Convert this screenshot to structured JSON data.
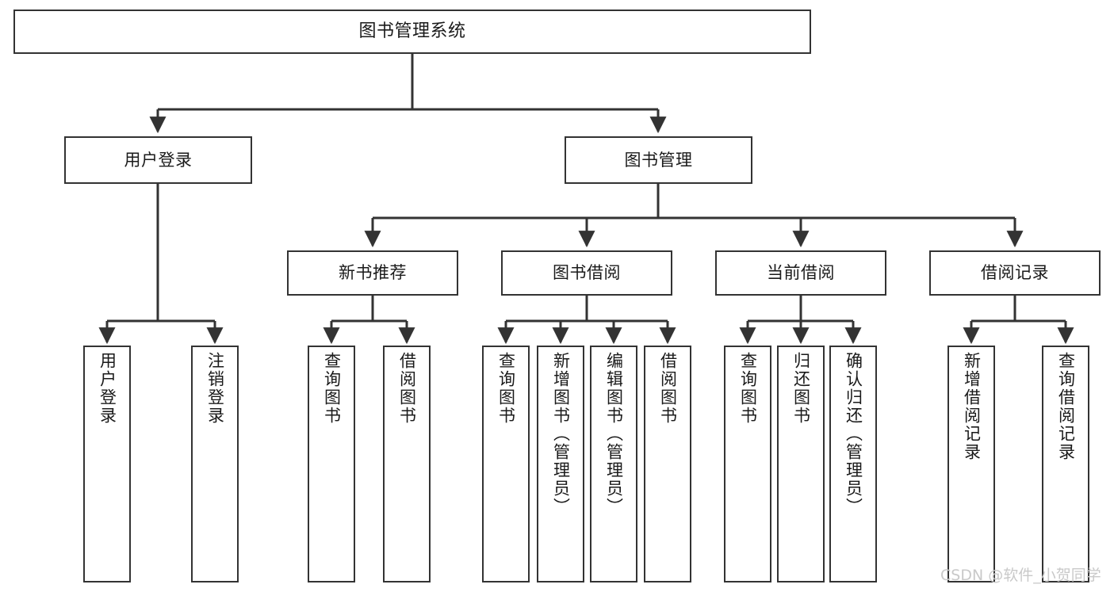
{
  "diagram": {
    "title": "图书管理系统",
    "type": "tree",
    "stroke_color": "#333333",
    "fill_color": "#ffffff",
    "text_color": "#1a1a1a"
  },
  "nodes": {
    "root": {
      "label": "图书管理系统"
    },
    "level2": [
      {
        "label": "用户登录"
      },
      {
        "label": "图书管理"
      }
    ],
    "level3": [
      {
        "label": "新书推荐"
      },
      {
        "label": "图书借阅"
      },
      {
        "label": "当前借阅"
      },
      {
        "label": "借阅记录"
      }
    ],
    "leaves_login": [
      {
        "label": "用户登录"
      },
      {
        "label": "注销登录"
      }
    ],
    "leaves_newbook": [
      {
        "label": "查询图书"
      },
      {
        "label": "借阅图书"
      }
    ],
    "leaves_borrow": [
      {
        "label": "查询图书"
      },
      {
        "label": "新增图书（管理员）"
      },
      {
        "label": "编辑图书（管理员）"
      },
      {
        "label": "借阅图书"
      }
    ],
    "leaves_current": [
      {
        "label": "查询图书"
      },
      {
        "label": "归还图书"
      },
      {
        "label": "确认归还（管理员）"
      }
    ],
    "leaves_record": [
      {
        "label": "新增借阅记录"
      },
      {
        "label": "查询借阅记录"
      }
    ]
  },
  "watermark": {
    "text": "CSDN @软件_小贺同学"
  }
}
